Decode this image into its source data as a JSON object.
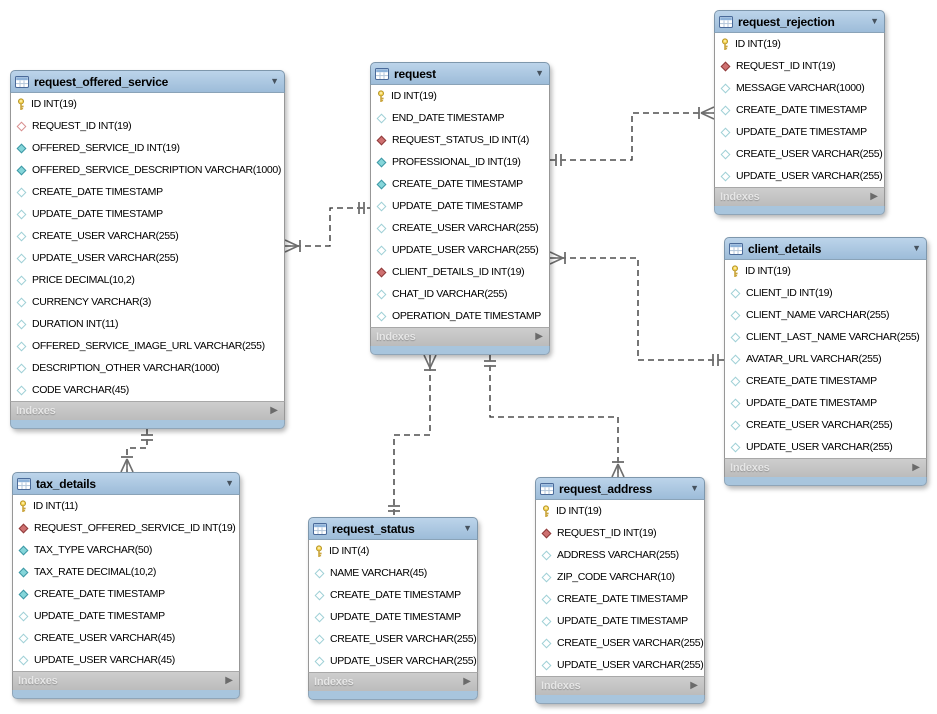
{
  "diagram": {
    "footer_label": "Indexes",
    "icons": {
      "collapse": "▼",
      "expand": "▶"
    },
    "colors": {
      "header_blue_top": "#bcd4ea",
      "header_blue_bottom": "#9dbcd9",
      "footer_gray": "#c4c4c4",
      "bottom_strip_blue": "#a8c5dd",
      "key_yellow": "#f0c93c",
      "fk_red": "#cf7171",
      "column_teal": "#85d6da",
      "connector_black": "#2b2b2b",
      "marker_gray": "#6e6e6e"
    },
    "tables": [
      {
        "id": "request_offered_service",
        "title": "request_offered_service",
        "columns": [
          {
            "icon": "primary-key",
            "text": "ID INT(19)"
          },
          {
            "icon": "fk-nullable",
            "text": "REQUEST_ID INT(19)"
          },
          {
            "icon": "column-notnull",
            "text": "OFFERED_SERVICE_ID INT(19)"
          },
          {
            "icon": "column-notnull",
            "text": "OFFERED_SERVICE_DESCRIPTION VARCHAR(1000)"
          },
          {
            "icon": "column-nullable",
            "text": "CREATE_DATE TIMESTAMP"
          },
          {
            "icon": "column-nullable",
            "text": "UPDATE_DATE TIMESTAMP"
          },
          {
            "icon": "column-nullable",
            "text": "CREATE_USER VARCHAR(255)"
          },
          {
            "icon": "column-nullable",
            "text": "UPDATE_USER VARCHAR(255)"
          },
          {
            "icon": "column-nullable",
            "text": "PRICE DECIMAL(10,2)"
          },
          {
            "icon": "column-nullable",
            "text": "CURRENCY VARCHAR(3)"
          },
          {
            "icon": "column-nullable",
            "text": "DURATION INT(11)"
          },
          {
            "icon": "column-nullable",
            "text": "OFFERED_SERVICE_IMAGE_URL VARCHAR(255)"
          },
          {
            "icon": "column-nullable",
            "text": "DESCRIPTION_OTHER VARCHAR(1000)"
          },
          {
            "icon": "column-nullable",
            "text": "CODE VARCHAR(45)"
          }
        ]
      },
      {
        "id": "request",
        "title": "request",
        "columns": [
          {
            "icon": "primary-key",
            "text": "ID INT(19)"
          },
          {
            "icon": "column-nullable",
            "text": "END_DATE TIMESTAMP"
          },
          {
            "icon": "foreign-key",
            "text": "REQUEST_STATUS_ID INT(4)"
          },
          {
            "icon": "column-notnull",
            "text": "PROFESSIONAL_ID INT(19)"
          },
          {
            "icon": "column-notnull",
            "text": "CREATE_DATE TIMESTAMP"
          },
          {
            "icon": "column-nullable",
            "text": "UPDATE_DATE TIMESTAMP"
          },
          {
            "icon": "column-nullable",
            "text": "CREATE_USER VARCHAR(255)"
          },
          {
            "icon": "column-nullable",
            "text": "UPDATE_USER VARCHAR(255)"
          },
          {
            "icon": "foreign-key",
            "text": "CLIENT_DETAILS_ID INT(19)"
          },
          {
            "icon": "column-nullable",
            "text": "CHAT_ID VARCHAR(255)"
          },
          {
            "icon": "column-nullable",
            "text": "OPERATION_DATE TIMESTAMP"
          }
        ]
      },
      {
        "id": "request_rejection",
        "title": "request_rejection",
        "columns": [
          {
            "icon": "primary-key",
            "text": "ID INT(19)"
          },
          {
            "icon": "foreign-key",
            "text": "REQUEST_ID INT(19)"
          },
          {
            "icon": "column-nullable",
            "text": "MESSAGE VARCHAR(1000)"
          },
          {
            "icon": "column-nullable",
            "text": "CREATE_DATE TIMESTAMP"
          },
          {
            "icon": "column-nullable",
            "text": "UPDATE_DATE TIMESTAMP"
          },
          {
            "icon": "column-nullable",
            "text": "CREATE_USER VARCHAR(255)"
          },
          {
            "icon": "column-nullable",
            "text": "UPDATE_USER VARCHAR(255)"
          }
        ]
      },
      {
        "id": "client_details",
        "title": "client_details",
        "columns": [
          {
            "icon": "primary-key",
            "text": "ID INT(19)"
          },
          {
            "icon": "column-nullable",
            "text": "CLIENT_ID INT(19)"
          },
          {
            "icon": "column-nullable",
            "text": "CLIENT_NAME VARCHAR(255)"
          },
          {
            "icon": "column-nullable",
            "text": "CLIENT_LAST_NAME VARCHAR(255)"
          },
          {
            "icon": "column-nullable",
            "text": "AVATAR_URL VARCHAR(255)"
          },
          {
            "icon": "column-nullable",
            "text": "CREATE_DATE TIMESTAMP"
          },
          {
            "icon": "column-nullable",
            "text": "UPDATE_DATE TIMESTAMP"
          },
          {
            "icon": "column-nullable",
            "text": "CREATE_USER VARCHAR(255)"
          },
          {
            "icon": "column-nullable",
            "text": "UPDATE_USER VARCHAR(255)"
          }
        ]
      },
      {
        "id": "tax_details",
        "title": "tax_details",
        "columns": [
          {
            "icon": "primary-key",
            "text": "ID INT(11)"
          },
          {
            "icon": "foreign-key",
            "text": "REQUEST_OFFERED_SERVICE_ID INT(19)"
          },
          {
            "icon": "column-notnull",
            "text": "TAX_TYPE VARCHAR(50)"
          },
          {
            "icon": "column-notnull",
            "text": "TAX_RATE DECIMAL(10,2)"
          },
          {
            "icon": "column-notnull",
            "text": "CREATE_DATE TIMESTAMP"
          },
          {
            "icon": "column-nullable",
            "text": "UPDATE_DATE TIMESTAMP"
          },
          {
            "icon": "column-nullable",
            "text": "CREATE_USER VARCHAR(45)"
          },
          {
            "icon": "column-nullable",
            "text": "UPDATE_USER VARCHAR(45)"
          }
        ]
      },
      {
        "id": "request_status",
        "title": "request_status",
        "columns": [
          {
            "icon": "primary-key",
            "text": "ID INT(4)"
          },
          {
            "icon": "column-nullable",
            "text": "NAME VARCHAR(45)"
          },
          {
            "icon": "column-nullable",
            "text": "CREATE_DATE TIMESTAMP"
          },
          {
            "icon": "column-nullable",
            "text": "UPDATE_DATE TIMESTAMP"
          },
          {
            "icon": "column-nullable",
            "text": "CREATE_USER VARCHAR(255)"
          },
          {
            "icon": "column-nullable",
            "text": "UPDATE_USER VARCHAR(255)"
          }
        ]
      },
      {
        "id": "request_address",
        "title": "request_address",
        "columns": [
          {
            "icon": "primary-key",
            "text": "ID INT(19)"
          },
          {
            "icon": "foreign-key",
            "text": "REQUEST_ID INT(19)"
          },
          {
            "icon": "column-nullable",
            "text": "ADDRESS VARCHAR(255)"
          },
          {
            "icon": "column-nullable",
            "text": "ZIP_CODE VARCHAR(10)"
          },
          {
            "icon": "column-nullable",
            "text": "CREATE_DATE TIMESTAMP"
          },
          {
            "icon": "column-nullable",
            "text": "UPDATE_DATE TIMESTAMP"
          },
          {
            "icon": "column-nullable",
            "text": "CREATE_USER VARCHAR(255)"
          },
          {
            "icon": "column-nullable",
            "text": "UPDATE_USER VARCHAR(255)"
          }
        ]
      }
    ],
    "relationships": [
      {
        "from": "request_offered_service",
        "to": "request",
        "from_end": "many",
        "to_end": "one",
        "line_style": "dashed"
      },
      {
        "from": "request",
        "to": "request_rejection",
        "from_end": "one",
        "to_end": "many",
        "line_style": "dashed"
      },
      {
        "from": "request",
        "to": "client_details",
        "from_end": "many",
        "to_end": "one",
        "line_style": "dashed"
      },
      {
        "from": "request",
        "to": "request_status",
        "from_end": "many",
        "to_end": "one",
        "line_style": "dashed"
      },
      {
        "from": "request",
        "to": "request_address",
        "from_end": "one",
        "to_end": "many",
        "line_style": "dashed"
      },
      {
        "from": "request_offered_service",
        "to": "tax_details",
        "from_end": "one",
        "to_end": "many",
        "line_style": "dashed"
      }
    ]
  }
}
